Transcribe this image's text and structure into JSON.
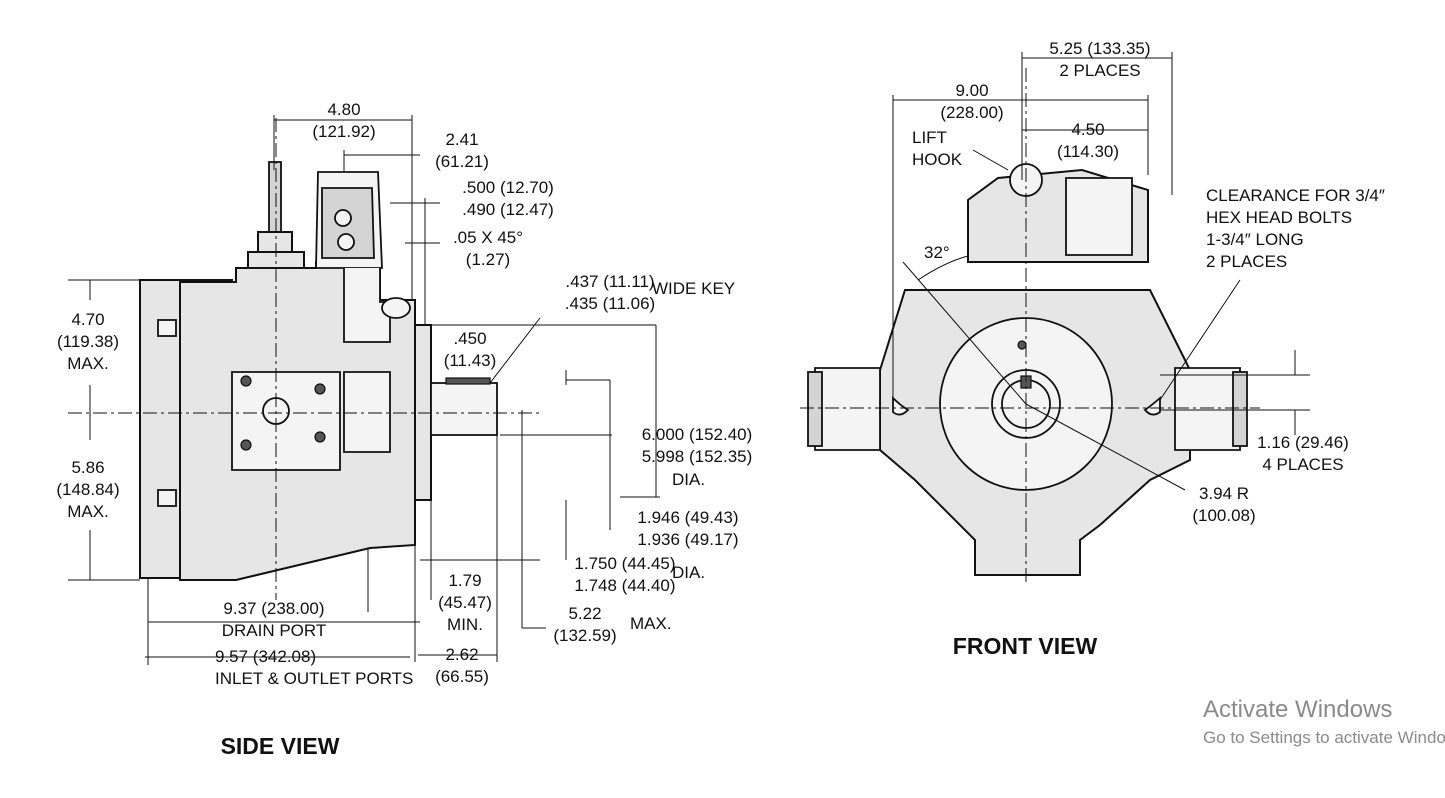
{
  "side_view": {
    "title": "SIDE VIEW",
    "labels": [
      {
        "id": "sv-dim-4-80",
        "lines": [
          "4.80",
          "(121.92)"
        ]
      },
      {
        "id": "sv-dim-2-41",
        "lines": [
          "2.41",
          "(61.21)"
        ]
      },
      {
        "id": "sv-dim-500",
        "lines": [
          ".500 (12.70)",
          ".490 (12.47)"
        ]
      },
      {
        "id": "sv-dim-chamfer",
        "lines": [
          ".05 X 45°",
          "(1.27)"
        ]
      },
      {
        "id": "sv-dim-key",
        "lines": [
          ".437 (11.11)",
          ".435 (11.06)"
        ]
      },
      {
        "id": "sv-dim-wide-key",
        "lines": [
          "WIDE KEY"
        ]
      },
      {
        "id": "sv-dim-450",
        "lines": [
          ".450",
          "(11.43)"
        ]
      },
      {
        "id": "sv-dim-4-70",
        "lines": [
          "4.70",
          "(119.38)",
          "MAX."
        ]
      },
      {
        "id": "sv-dim-5-86",
        "lines": [
          "5.86",
          "(148.84)",
          "MAX."
        ]
      },
      {
        "id": "sv-dim-6-000",
        "lines": [
          "6.000 (152.40)",
          "5.998 (152.35)"
        ]
      },
      {
        "id": "sv-dim-dia-1",
        "lines": [
          "DIA."
        ]
      },
      {
        "id": "sv-dim-1-946",
        "lines": [
          "1.946 (49.43)",
          "1.936 (49.17)"
        ]
      },
      {
        "id": "sv-dim-1-750",
        "lines": [
          "1.750 (44.45)",
          "1.748 (44.40)"
        ]
      },
      {
        "id": "sv-dim-dia-2",
        "lines": [
          "DIA."
        ]
      },
      {
        "id": "sv-dim-1-79",
        "lines": [
          "1.79",
          "(45.47)",
          "MIN."
        ]
      },
      {
        "id": "sv-dim-5-22",
        "lines": [
          "5.22",
          "(132.59)"
        ]
      },
      {
        "id": "sv-dim-max",
        "lines": [
          "MAX."
        ]
      },
      {
        "id": "sv-dim-9-37",
        "lines": [
          "9.37 (238.00)",
          "DRAIN PORT"
        ]
      },
      {
        "id": "sv-dim-9-57",
        "lines": [
          "9.57 (342.08)",
          "INLET & OUTLET PORTS"
        ]
      },
      {
        "id": "sv-dim-2-62",
        "lines": [
          "2.62",
          "(66.55)"
        ]
      }
    ]
  },
  "front_view": {
    "title": "FRONT VIEW",
    "labels": [
      {
        "id": "fv-dim-5-25",
        "lines": [
          "5.25 (133.35)",
          "2 PLACES"
        ]
      },
      {
        "id": "fv-dim-9-00",
        "lines": [
          "9.00",
          "(228.00)"
        ]
      },
      {
        "id": "fv-lift-hook",
        "lines": [
          "LIFT",
          "HOOK"
        ]
      },
      {
        "id": "fv-dim-4-50",
        "lines": [
          "4.50",
          "(114.30)"
        ]
      },
      {
        "id": "fv-clearance",
        "lines": [
          "CLEARANCE FOR 3/4″",
          "HEX HEAD BOLTS",
          "1-3/4″ LONG",
          "2 PLACES"
        ]
      },
      {
        "id": "fv-angle",
        "lines": [
          "32°"
        ]
      },
      {
        "id": "fv-dim-1-16",
        "lines": [
          "1.16 (29.46)",
          "4 PLACES"
        ]
      },
      {
        "id": "fv-dim-3-94",
        "lines": [
          "3.94 R",
          "(100.08)"
        ]
      }
    ]
  },
  "watermark": {
    "line1": "Activate Windows",
    "line2": "Go to Settings to activate Windows."
  }
}
